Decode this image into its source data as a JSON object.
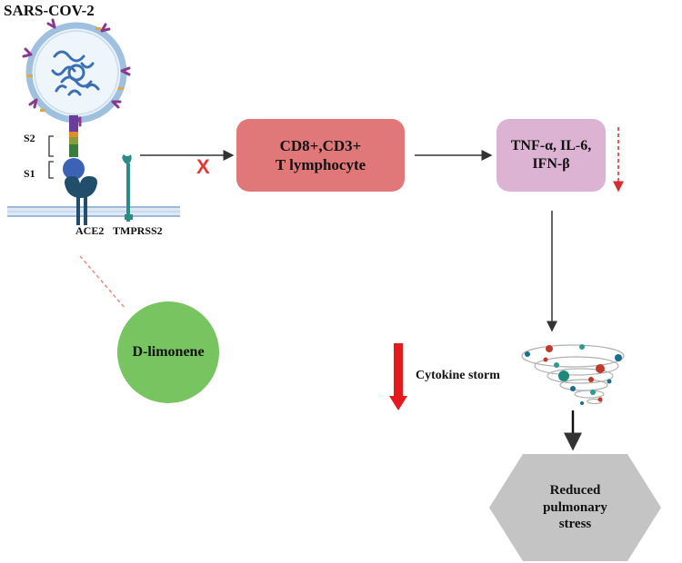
{
  "title": "SARS-COV-2",
  "virus": {
    "s2_label": "S2",
    "s1_label": "S1",
    "receptor_label": "ACE2",
    "protease_label": "TMPRSS2"
  },
  "nodes": {
    "t_cell": "CD8+,CD3+\nT lymphocyte",
    "cytokines": "TNF-α, IL-6,\nIFN-β",
    "drug": "D-limonene",
    "cytokine_storm": "Cytokine storm",
    "outcome": "Reduced\npulmonary\nstress"
  },
  "block_mark": "X",
  "colors": {
    "t_cell_box": "#e07879",
    "cytokine_box": "#ddb3d4",
    "drug_circle": "#77c460",
    "outcome_hexagon": "#c4c4c4",
    "decrease_arrow": "#e41a1c",
    "block_mark": "#e53935",
    "inhibition_line": "#e88a80"
  }
}
